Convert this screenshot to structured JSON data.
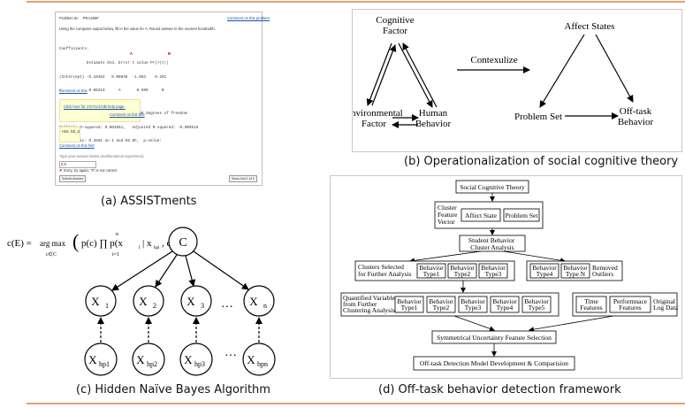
{
  "panel_a": {
    "problem_id": "Problem ID:    PRAJ96P",
    "comment_link": "Comment on this problem",
    "prompt": "Using the computer output below, fill in the value for A. Round answer to the nearest hundredth.",
    "output_lines": [
      "Coefficients:",
      "            Estimate Std. Error t value Pr(>|t|)",
      "(Intercept) -0.10462   0.09846  -1.063    0.291",
      "x            0.06210      A       0.599      B",
      "",
      "Residual standard error: 0.9817 on 98 degrees of freedom",
      "Multiple R-squared: 0.003651,   Adjusted R-squared: -0.006516",
      "F-statistic: 0.3591 on 1 and 98 DF,  p-value:"
    ],
    "mark_a": "A",
    "mark_b": "B",
    "comment_short": "Comment on this",
    "tutor_link": "Click here for 17e7ce17db help page.",
    "tutor_comment": "Comment on this hint",
    "hint_text": "Hint: SE_b",
    "hint_comment": "Comment on this hint",
    "answer_hint": "Type your answer below (mathematical expression):",
    "answer_value": "0.6",
    "feedback": "Sorry, try again: \"0\" is not correct",
    "submit_label": "Submit Answer",
    "show_hint_label": "Show hint 1 of 2"
  },
  "panel_b": {
    "cognitive": [
      "Cognitive",
      "Factor"
    ],
    "environmental": [
      "Environmental",
      "Factor"
    ],
    "human": [
      "Human",
      "Behavior"
    ],
    "contextualize": "Contexulize",
    "affect": "Affect States",
    "problem_set": "Problem Set",
    "offtask": [
      "Off-task",
      "Behavior"
    ]
  },
  "panel_c": {
    "formula_lhs": "c(E) = ",
    "formula_op": "arg max",
    "formula_sub": "c∈C",
    "formula_body": "p(c) ∏ p(x",
    "formula_idx": "n",
    "formula_i": "i=1",
    "formula_tail": "| x",
    "formula_hp": "hpi",
    "formula_end": ", c)",
    "class_node": "C",
    "x_nodes": [
      {
        "base": "X",
        "sub": "1"
      },
      {
        "base": "X",
        "sub": "2"
      },
      {
        "base": "X",
        "sub": "3"
      },
      {
        "base": "X",
        "sub": "n"
      }
    ],
    "hp_nodes": [
      {
        "base": "X",
        "sub": "hp1"
      },
      {
        "base": "X",
        "sub": "hp2"
      },
      {
        "base": "X",
        "sub": "hp3"
      },
      {
        "base": "X",
        "sub": "hpn"
      }
    ],
    "ellipsis": "…"
  },
  "panel_d": {
    "sct": "Social Cognitive Theory",
    "vector_label": [
      "Cluster",
      "Feature",
      "Vector"
    ],
    "affect_state": "Affect State",
    "problem_set": "Problem Set",
    "student_cluster": [
      "Student Behavior",
      "Cluster Analysis"
    ],
    "clusters_selected": [
      "Clusters Selected",
      "for Further Analysis"
    ],
    "type1": [
      "Behavior",
      "Type1"
    ],
    "type2": [
      "Behavior",
      "Type2"
    ],
    "type3": [
      "Behavior",
      "Type3"
    ],
    "type4": [
      "Behavior",
      "Type4"
    ],
    "typeN": [
      "Behavior",
      "Type N"
    ],
    "removed": [
      "Removed",
      "Outliers"
    ],
    "quantified": [
      "Quantified Variable",
      "from Further",
      "Clustering Analysis"
    ],
    "q_type1": [
      "Behavior",
      "Type1"
    ],
    "q_type2": [
      "Behavior",
      "Type2"
    ],
    "q_type3": [
      "Behavior",
      "Type3"
    ],
    "q_type4": [
      "Behavior",
      "Type4"
    ],
    "q_type5": [
      "Behavior",
      "Type5"
    ],
    "time_features": [
      "Time",
      "Features"
    ],
    "performance": [
      "Performnace",
      "Features"
    ],
    "original": [
      "Original",
      "Log Data"
    ],
    "symmetrical": "Symmetrical Uncertainty Feature Selection",
    "offtask_model": "Off-task Detection Model Development & Comparision"
  },
  "captions": {
    "a": "(a) ASSISTments",
    "b": "(b) Operationalization of social cognitive theory",
    "c": "(c) Hidden Naïve Bayes Algorithm",
    "d": "(d) Off-task behavior detection framework"
  },
  "colors": {
    "rule": "#e8a070",
    "node_stroke": "#000000",
    "answer_box": "#ffffd4",
    "wrong": "#cc0000"
  }
}
